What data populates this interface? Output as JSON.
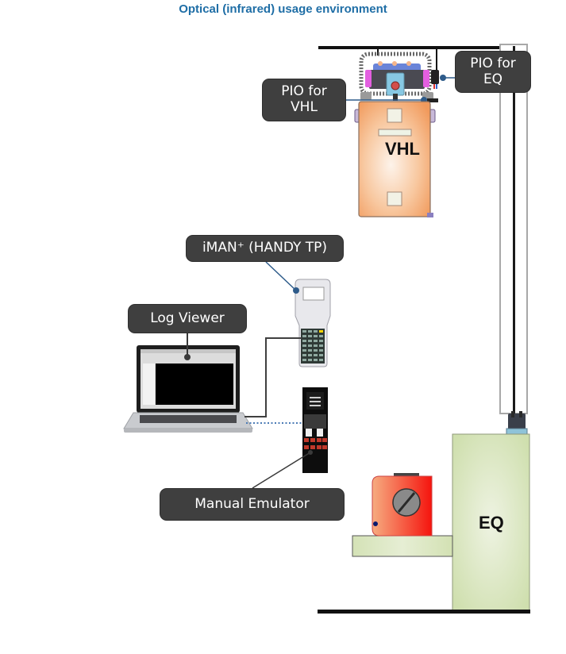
{
  "title": "Optical (infrared) usage environment",
  "labels": {
    "pio_vhl": "PIO for\nVHL",
    "pio_eq": "PIO for\nEQ",
    "handy_tp": "iMAN⁺ (HANDY TP)",
    "log_viewer": "Log Viewer",
    "manual_emulator": "Manual Emulator",
    "vhl": "VHL",
    "eq": "EQ"
  },
  "colors": {
    "title": "#1f6ea6",
    "callout_bg": "#3f3f3f",
    "vhl_body": "#f4a36a",
    "eq_body": "#d3e2b4",
    "load_port": "#f05a3a",
    "rail": "#000000",
    "link_line": "#2e5b8a"
  }
}
